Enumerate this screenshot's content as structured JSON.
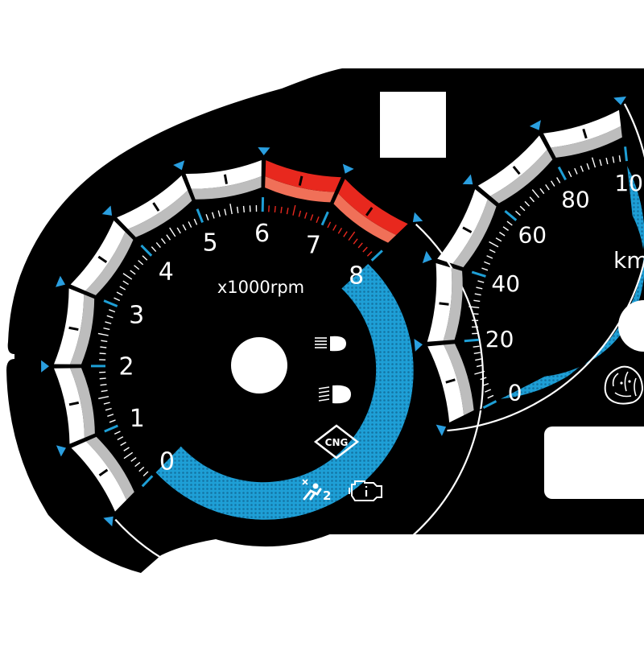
{
  "colors": {
    "background": "#ffffff",
    "panel": "#000000",
    "dial_blue": "#1e9fd6",
    "dial_blue_dark": "#0a4f78",
    "redzone": "#e8281e",
    "redzone_light": "#f07058",
    "band_light": "#ffffff",
    "band_grey": "#bdbdbd",
    "triangle": "#2a9fe0",
    "text": "#ffffff"
  },
  "tachometer": {
    "unit": "x1000rpm",
    "labels": [
      "0",
      "1",
      "2",
      "3",
      "4",
      "5",
      "6",
      "7",
      "8"
    ],
    "redline_from": 6
  },
  "speedometer": {
    "unit": "km",
    "labels": [
      "0",
      "20",
      "40",
      "60",
      "80",
      "10"
    ]
  },
  "indicators": {
    "cng_label": "CNG",
    "airbag_label": "2",
    "icons": [
      "high-beam-icon",
      "low-beam-icon",
      "cng-icon",
      "airbag-off-icon",
      "check-engine-icon",
      "lion-logo-icon"
    ]
  }
}
